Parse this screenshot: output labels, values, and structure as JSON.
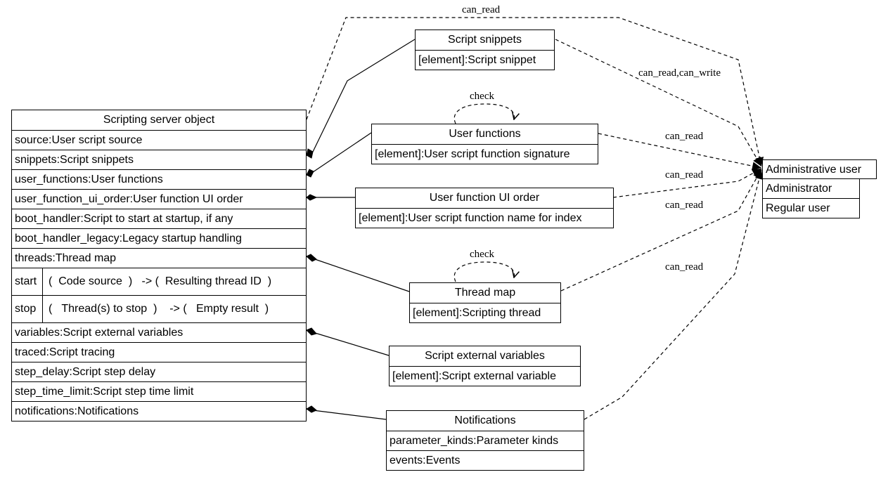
{
  "main": {
    "title": "Scripting server object",
    "rows": [
      "source:User script source",
      "snippets:Script snippets",
      "user_functions:User functions",
      "user_function_ui_order:User function UI order",
      "boot_handler:Script to start at startup, if any",
      "boot_handler_legacy:Legacy startup handling",
      "threads:Thread map"
    ],
    "operations": [
      {
        "name": "start",
        "input": "Code source",
        "output": "Resulting thread ID"
      },
      {
        "name": "stop",
        "input": "Thread(s) to stop",
        "output": "Empty result"
      }
    ],
    "rows_after": [
      "variables:Script external variables",
      "traced:Script tracing",
      "step_delay:Script step delay",
      "step_time_limit:Script step time limit",
      "notifications:Notifications"
    ],
    "op_arrow": "->"
  },
  "boxes": {
    "snippets": {
      "title": "Script snippets",
      "rows": [
        "[element]:Script snippet"
      ]
    },
    "user_functions": {
      "title": "User functions",
      "rows": [
        "[element]:User script function signature"
      ]
    },
    "ui_order": {
      "title": "User function UI order",
      "rows": [
        "[element]:User script function name for index"
      ]
    },
    "threads": {
      "title": "Thread map",
      "rows": [
        "[element]:Scripting thread"
      ]
    },
    "variables": {
      "title": "Script external variables",
      "rows": [
        "[element]:Script external variable"
      ]
    },
    "notifications": {
      "title": "Notifications",
      "rows": [
        "parameter_kinds:Parameter kinds",
        "events:Events"
      ]
    },
    "admin": {
      "title": "Administrative user",
      "rows": [
        "Administrator",
        "Regular user"
      ]
    }
  },
  "labels": {
    "can_read_top": "can_read",
    "can_read_write": "can_read,can_write",
    "check_user_functions": "check",
    "can_read_user_functions": "can_read",
    "can_read_ui_order_1": "can_read",
    "can_read_ui_order_2": "can_read",
    "check_threads": "check",
    "can_read_notifications": "can_read"
  }
}
